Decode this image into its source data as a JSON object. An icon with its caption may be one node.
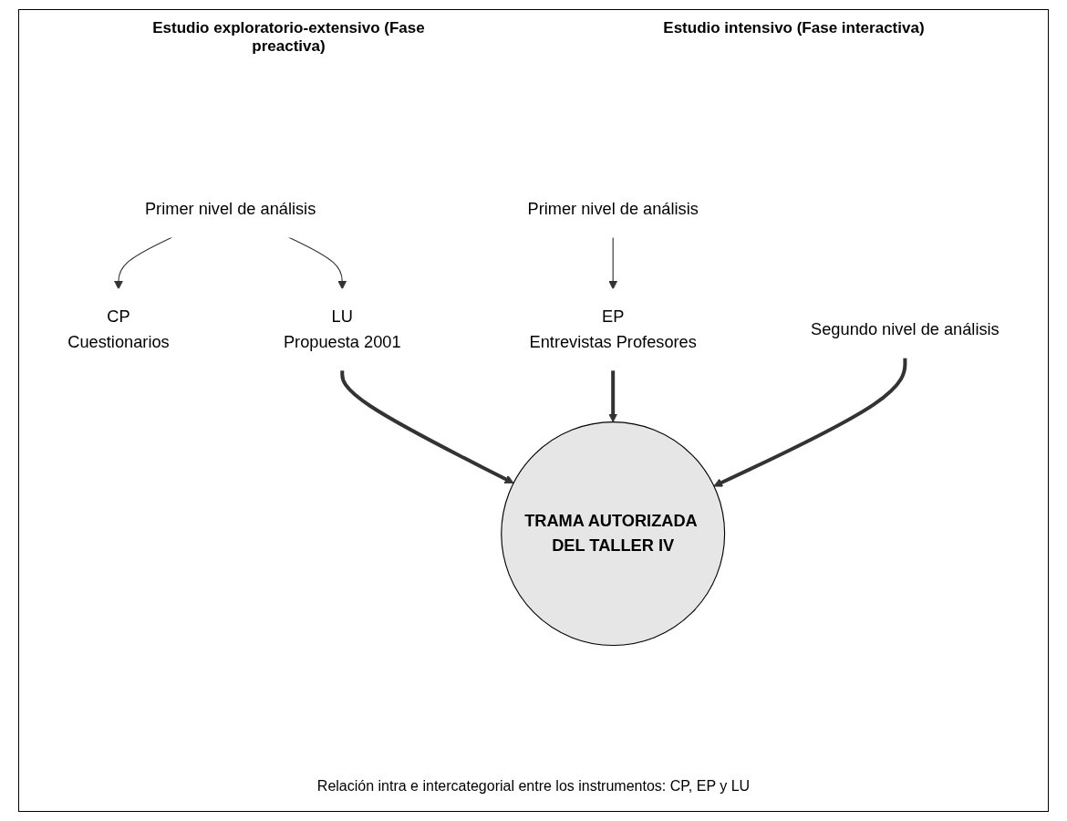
{
  "diagram": {
    "nodes": [
      {
        "text": [
          "Primer  nivel de análisis"
        ]
      },
      {
        "text": [
          "CP",
          "Cuestionarios"
        ]
      },
      {
        "text": [
          "LU",
          "Propuesta 2001"
        ]
      },
      {
        "text": [
          "Primer nivel de análisis"
        ]
      },
      {
        "text": [
          "EP",
          "Entrevistas Profesores"
        ]
      },
      {
        "text": [
          "TRAMA AUTORIZADA DEL TALLER IV"
        ]
      },
      {
        "text": [
          "Segundo nivel de análisis"
        ]
      }
    ],
    "edges": [
      {
        "from": 0,
        "to": 1,
        "arrow": "to"
      },
      {
        "from": 0,
        "to": 2,
        "arrow": "to"
      },
      {
        "from": 3,
        "to": 4,
        "arrow": "to"
      },
      {
        "from": 2,
        "to": 5,
        "arrow": "to",
        "style": "thick"
      },
      {
        "from": 4,
        "to": 5,
        "arrow": "to",
        "style": "thick"
      },
      {
        "from": 6,
        "to": 5,
        "arrow": "to",
        "style": "thick"
      }
    ],
    "labels": [
      "Estudio exploratorio-extensivo (Fase preactiva)",
      "Estudio intensivo (Fase interactiva)",
      "Relación intra e intercategorial entre los instrumentos: CP, EP y LU"
    ]
  }
}
